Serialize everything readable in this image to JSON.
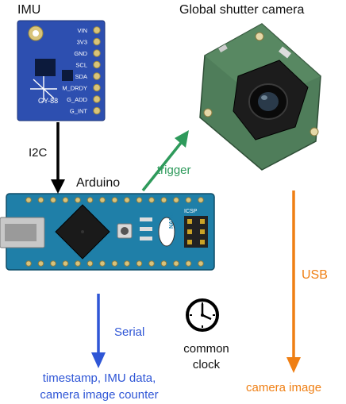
{
  "titles": {
    "imu": "IMU",
    "camera": "Global shutter camera",
    "arduino": "Arduino"
  },
  "imu_board": {
    "model": "GY-88",
    "pins": [
      "VIN",
      "3V3",
      "GND",
      "SCL",
      "SDA",
      "M_DRDY",
      "G_ADD",
      "G_INT"
    ],
    "color": "#2d4fb0"
  },
  "arduino_board": {
    "badge": "NANO",
    "icsp": "ICSP",
    "color": "#1f7fa8"
  },
  "arrows": {
    "i2c": {
      "label": "I2C",
      "color": "#000000"
    },
    "trigger": {
      "label": "trigger",
      "color": "#2e9a5b"
    },
    "usb": {
      "label": "USB",
      "color": "#ef7f14"
    },
    "serial": {
      "label": "Serial",
      "color": "#2f56d6"
    }
  },
  "clock": {
    "line1": "common",
    "line2": "clock"
  },
  "outputs": {
    "serial_line1": "timestamp, IMU data,",
    "serial_line2": "camera image counter",
    "camera": "camera image"
  }
}
